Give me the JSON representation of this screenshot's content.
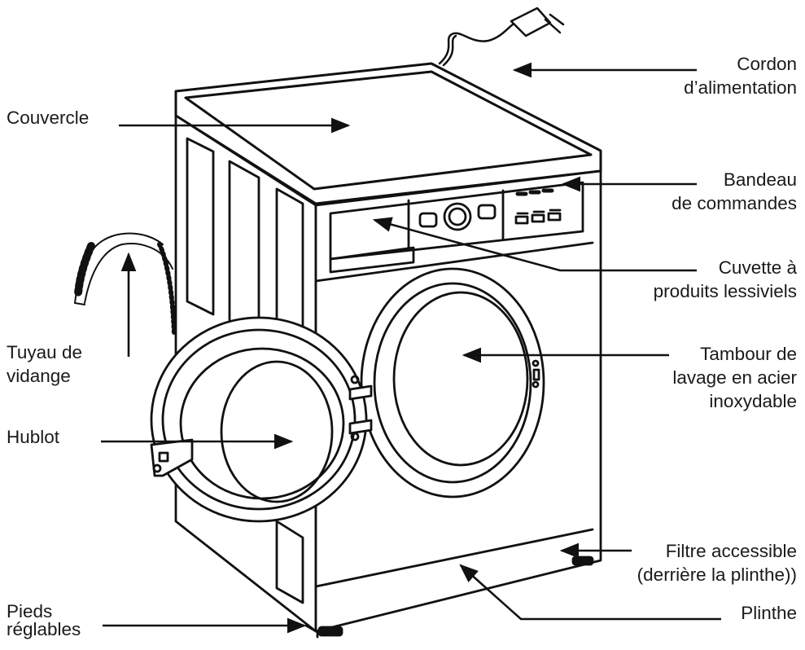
{
  "labels": {
    "cord": "Cordon\nd’alimentation",
    "lid": "Couvercle",
    "control_panel": "Bandeau\nde commandes",
    "detergent_drawer": "Cuvette à\nproduits lessiviels",
    "drain_hose": "Tuyau de\nvidange",
    "drum": "Tambour de\nlavage en acier\ninoxydable",
    "porthole": "Hublot",
    "filter": "Filtre accessible\n(derrière la plinthe))",
    "feet": "Pieds\nréglables",
    "plinth": "Plinthe"
  }
}
